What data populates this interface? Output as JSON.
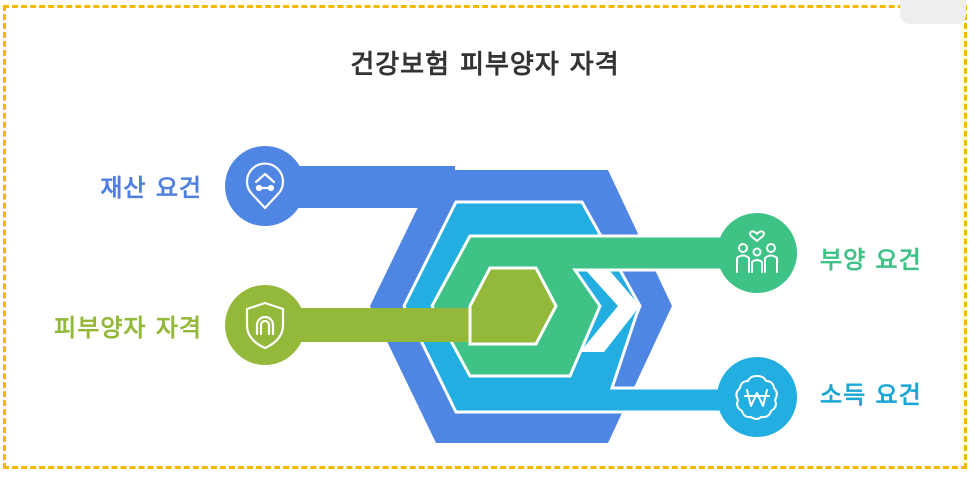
{
  "title": "건강보험 피부양자 자격",
  "labels": {
    "asset": "재산 요건",
    "eligibility": "피부양자 자격",
    "dependent": "부양 요건",
    "income": "소득 요건"
  },
  "icons": {
    "asset": "house-tools-icon",
    "eligibility": "shield-magnet-icon",
    "dependent": "family-heart-icon",
    "income": "won-coin-icon"
  },
  "colors": {
    "blue": "#4f86e4",
    "cyan": "#22aee0",
    "green": "#3ec285",
    "olive": "#93b83a",
    "frame": "#f5b800"
  }
}
